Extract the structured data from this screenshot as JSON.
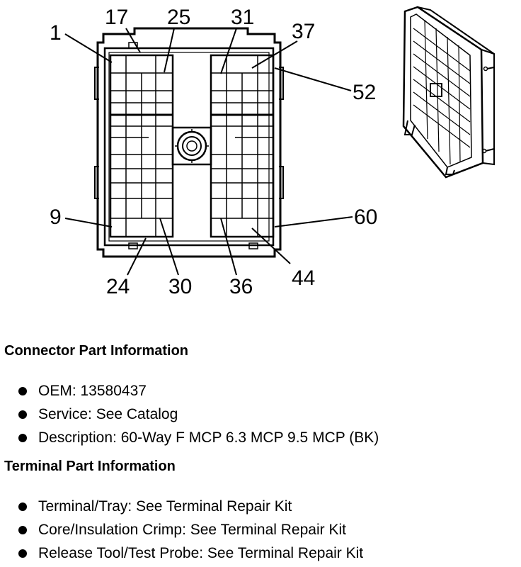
{
  "pin_labels": {
    "p1": "1",
    "p17": "17",
    "p25": "25",
    "p31": "31",
    "p37": "37",
    "p52": "52",
    "p9": "9",
    "p60": "60",
    "p24": "24",
    "p30": "30",
    "p36": "36",
    "p44": "44"
  },
  "connector_info": {
    "title": "Connector Part Information",
    "items": [
      "OEM: 13580437",
      "Service: See Catalog",
      "Description: 60-Way F MCP 6.3 MCP 9.5 MCP (BK)"
    ]
  },
  "terminal_info": {
    "title": "Terminal Part Information",
    "items": [
      "Terminal/Tray: See Terminal Repair Kit",
      "Core/Insulation Crimp: See Terminal Repair Kit",
      "Release Tool/Test Probe: See Terminal Repair Kit"
    ]
  },
  "colors": {
    "line": "#000000",
    "background": "#ffffff"
  }
}
